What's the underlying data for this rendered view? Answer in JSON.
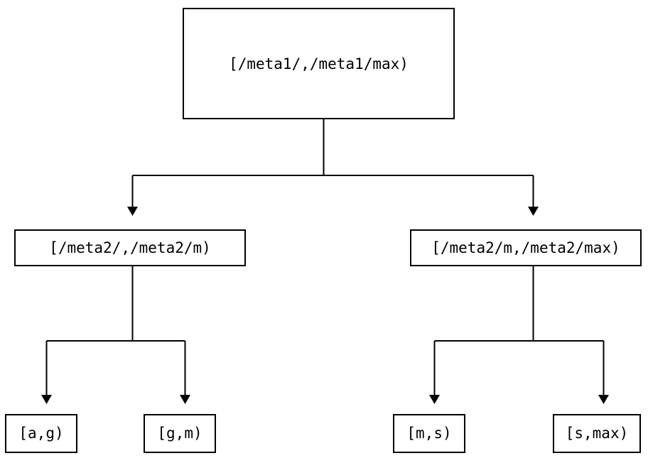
{
  "diagram": {
    "kind": "interval-range-tree",
    "background_color": "#ffffff",
    "line_color": "#000000",
    "text_color": "#000000",
    "nodes": {
      "root": {
        "label": "[/meta1/,/meta1/max)",
        "level": "root"
      },
      "level2_left": {
        "label": "[/meta2/,/meta2/m)",
        "level": "internal"
      },
      "level2_right": {
        "label": "[/meta2/m,/meta2/max)",
        "level": "internal"
      },
      "leaf_1": {
        "label": "[a,g)",
        "level": "leaf"
      },
      "leaf_2": {
        "label": "[g,m)",
        "level": "leaf"
      },
      "leaf_3": {
        "label": "[m,s)",
        "level": "leaf"
      },
      "leaf_4": {
        "label": "[s,max)",
        "level": "leaf"
      }
    },
    "edges": [
      {
        "from": "root",
        "to": "level2_left"
      },
      {
        "from": "root",
        "to": "level2_right"
      },
      {
        "from": "level2_left",
        "to": "leaf_1"
      },
      {
        "from": "level2_left",
        "to": "leaf_2"
      },
      {
        "from": "level2_right",
        "to": "leaf_3"
      },
      {
        "from": "level2_right",
        "to": "leaf_4"
      }
    ]
  }
}
